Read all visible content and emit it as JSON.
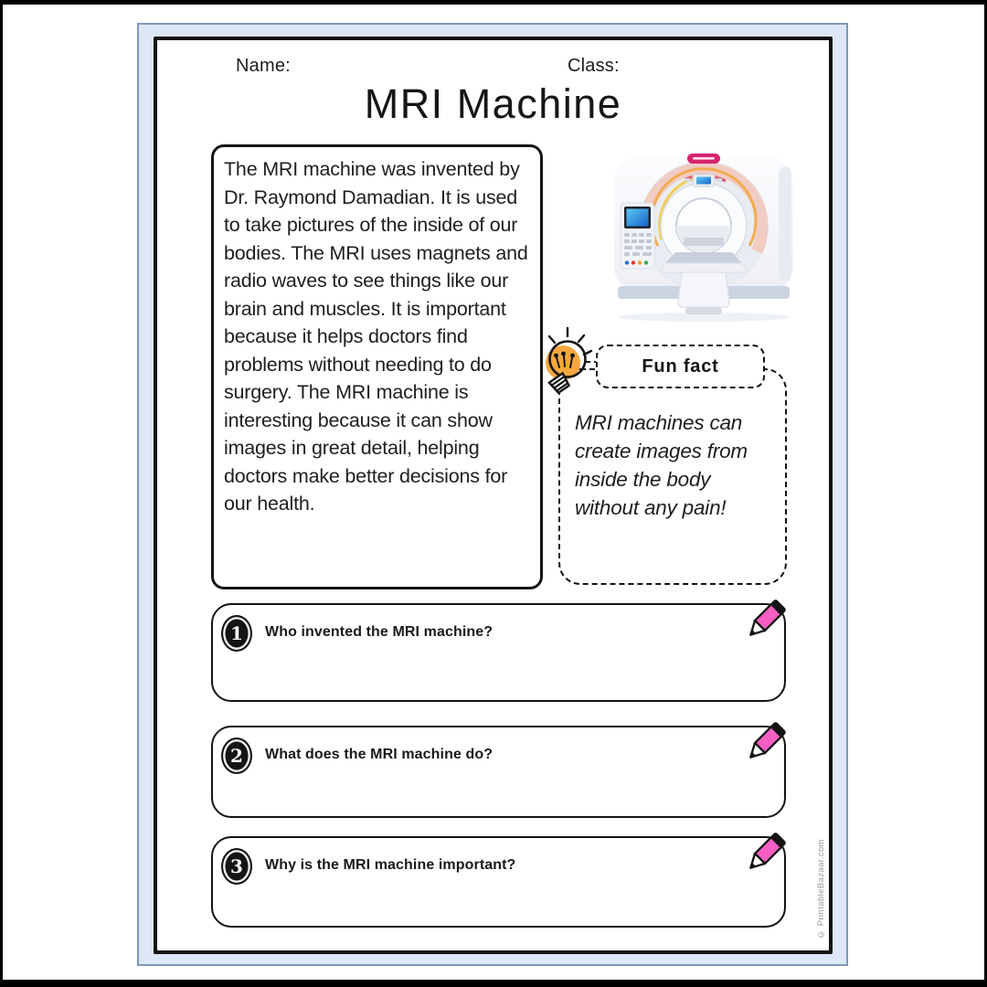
{
  "page": {
    "header": {
      "name_label": "Name:",
      "class_label": "Class:",
      "title": "MRI Machine"
    },
    "passage": "The MRI machine was invented by Dr. Raymond Damadian. It is used to take pictures of the inside of our bodies. The MRI uses magnets and radio waves to see things like our brain and muscles. It is important because it helps doctors find problems without needing to do surgery. The MRI machine is interesting because it can show images in great detail, helping doctors make better decisions for our health.",
    "illustration": {
      "name": "mri-machine-scanner"
    },
    "fun_fact": {
      "label": "Fun fact",
      "text": "MRI machines can create images from inside the body without any pain!"
    },
    "questions": [
      {
        "number": "1",
        "text": "Who invented the MRI machine?"
      },
      {
        "number": "2",
        "text": "What does the MRI machine do?"
      },
      {
        "number": "3",
        "text": "Why is the MRI machine important?"
      }
    ],
    "watermark": "© PrintableBazaar.com",
    "colors": {
      "frame_fill": "#dde7f5",
      "frame_border": "#8096ba",
      "ink": "#141414",
      "pencil_pink": "#f55fc3",
      "bulb_orange": "#f6a73e",
      "mri_label_magenta": "#d6246e",
      "watermark_gray": "#979797"
    }
  }
}
